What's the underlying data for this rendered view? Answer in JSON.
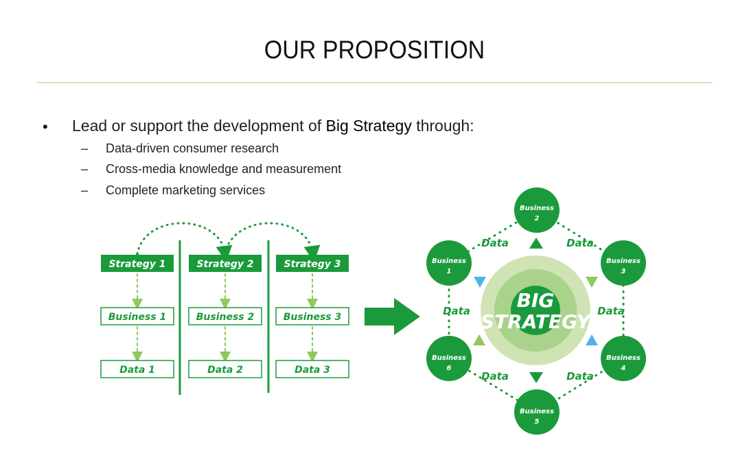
{
  "title": "OUR PROPOSITION",
  "bullet": {
    "prefix": "Lead or support the development of ",
    "highlight": "Big Strategy",
    "suffix": " through:"
  },
  "subitems": [
    "Data-driven consumer research",
    "Cross-media knowledge and measurement",
    "Complete marketing services"
  ],
  "left_diagram": {
    "strategies": [
      "Strategy 1",
      "Strategy 2",
      "Strategy 3"
    ],
    "businesses": [
      "Business 1",
      "Business 2",
      "Business 3"
    ],
    "data": [
      "Data 1",
      "Data 2",
      "Data 3"
    ]
  },
  "right_diagram": {
    "center": [
      "BIG",
      "STRATEGY"
    ],
    "nodes": [
      {
        "line1": "Business",
        "line2": "2"
      },
      {
        "line1": "Business",
        "line2": "3"
      },
      {
        "line1": "Business",
        "line2": "4"
      },
      {
        "line1": "Business",
        "line2": "5"
      },
      {
        "line1": "Business",
        "line2": "6"
      },
      {
        "line1": "Business",
        "line2": "1"
      }
    ],
    "data_labels": [
      "Data",
      "Data",
      "Data",
      "Data",
      "Data",
      "Data"
    ]
  },
  "colors": {
    "dark_green": "#1b9a3c",
    "light_green": "#8fc95a",
    "pale_green": "#cfe3b4",
    "blue": "#4fb3e8",
    "rule": "#b5c97a"
  }
}
